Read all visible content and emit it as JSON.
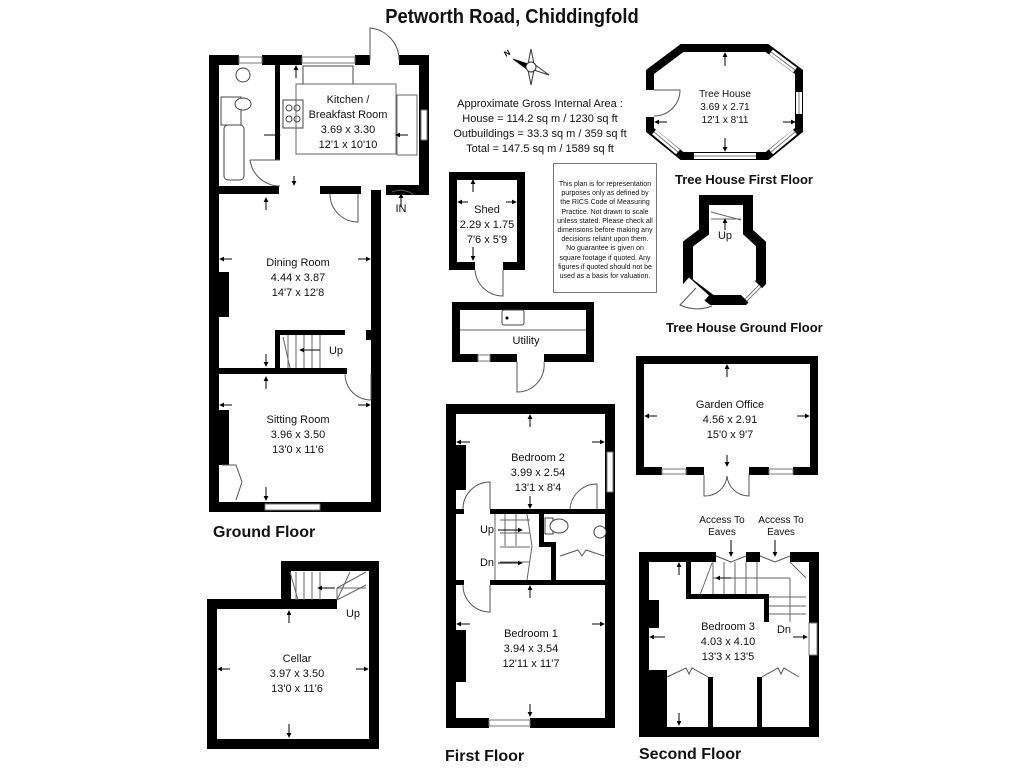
{
  "title": "Petworth Road, Chiddingfold",
  "area_summary": {
    "heading": "Approximate Gross Internal Area :",
    "house": "House = 114.2 sq m / 1230 sq ft",
    "outbuildings": "Outbuildings = 33.3 sq m / 359 sq ft",
    "total": "Total = 147.5 sq m / 1589 sq ft"
  },
  "disclaimer": "This plan is for representation purposes only as defined by the RICS Code of Measuring Practice. Not drawn to scale unless stated. Please check all dimensions before making any decisions reliant upon them. No guarantee is given on square footage if quoted. Any figures if quoted should not be used as a basis for valuation.",
  "compass": {
    "icon": "north-arrow-compass-icon",
    "label": "N"
  },
  "floors": {
    "ground": {
      "label": "Ground Floor",
      "entrance": "IN",
      "rooms": {
        "kitchen": {
          "name": "Kitchen /",
          "name2": "Breakfast Room",
          "metric": "3.69 x 3.30",
          "imperial": "12'1 x 10'10"
        },
        "dining": {
          "name": "Dining Room",
          "metric": "4.44 x 3.87",
          "imperial": "14'7 x 12'8"
        },
        "sitting": {
          "name": "Sitting Room",
          "metric": "3.96 x 3.50",
          "imperial": "13'0 x 11'6"
        }
      },
      "stairs_label": "Up"
    },
    "cellar": {
      "rooms": {
        "cellar": {
          "name": "Cellar",
          "metric": "3.97 x 3.50",
          "imperial": "13'0 x 11'6"
        }
      },
      "stairs_label": "Up"
    },
    "first": {
      "label": "First Floor",
      "rooms": {
        "bedroom2": {
          "name": "Bedroom 2",
          "metric": "3.99 x 2.54",
          "imperial": "13'1 x 8'4"
        },
        "bedroom1": {
          "name": "Bedroom 1",
          "metric": "3.94 x 3.54",
          "imperial": "12'11 x 11'7"
        }
      },
      "stairs_up": "Up",
      "stairs_down": "Dn"
    },
    "second": {
      "label": "Second Floor",
      "rooms": {
        "bedroom3": {
          "name": "Bedroom 3",
          "metric": "4.03 x 4.10",
          "imperial": "13'3 x 13'5"
        }
      },
      "stairs_down": "Dn",
      "eaves_left": "Access To\nEaves",
      "eaves_left_1": "Access To",
      "eaves_left_2": "Eaves",
      "eaves_right_1": "Access To",
      "eaves_right_2": "Eaves"
    },
    "tree_house_first": {
      "label": "Tree House First Floor",
      "rooms": {
        "tree_house": {
          "name": "Tree House",
          "metric": "3.69 x 2.71",
          "imperial": "12'1 x 8'11"
        }
      }
    },
    "tree_house_ground": {
      "label": "Tree House Ground Floor",
      "stairs_label": "Up"
    }
  },
  "outbuildings": {
    "shed": {
      "name": "Shed",
      "metric": "2.29 x 1.75",
      "imperial": "7'6 x 5'9"
    },
    "utility": {
      "name": "Utility"
    },
    "garden_office": {
      "name": "Garden Office",
      "metric": "4.56 x 2.91",
      "imperial": "15'0 x 9'7"
    }
  },
  "colors": {
    "wall": "#000000",
    "background": "#ffffff",
    "line": "#555555",
    "window": "#cccccc"
  }
}
